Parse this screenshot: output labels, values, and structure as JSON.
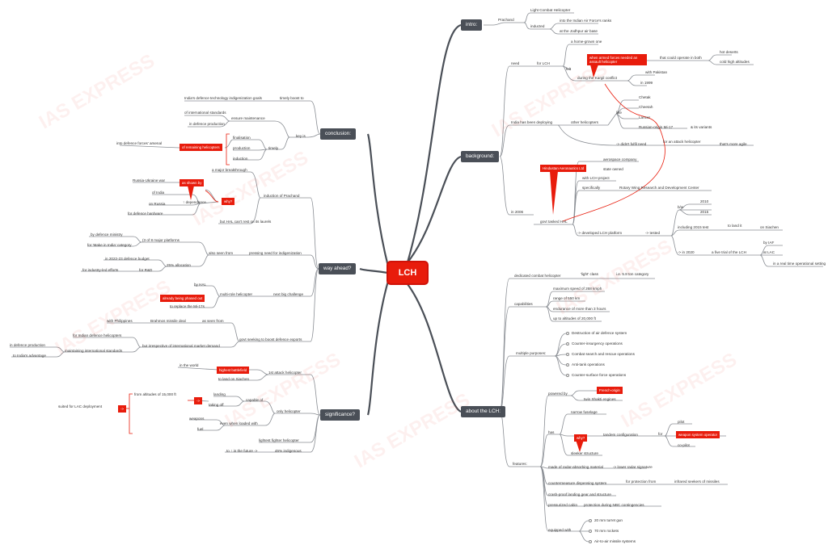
{
  "center": "LCH",
  "watermark": "IAS EXPRESS",
  "colors": {
    "accent": "#e81c0c",
    "topic": "#4a4f57",
    "line": "#4a4f57"
  },
  "intro": {
    "title": "intro:",
    "prachand": "Prachand",
    "lch": "Light Combat Helicopter",
    "inducted": "inducted",
    "into_iaf": "into the Indian Air Force's ranks",
    "jodhpur": "at the Jodhpur air base"
  },
  "background": {
    "title": "background:",
    "need": "need",
    "for_lch": "for LCH",
    "felt": "felt",
    "home_grown": "a home-grown one",
    "callout_armed": "when armed forces needed an assault helicopter",
    "operate_both": "that could operate in both",
    "hot_deserts": "hot deserts",
    "cold_altitudes": "cold high altitudes",
    "kargil": "during the Kargil conflict",
    "pakistan": "with Pakistan",
    "y1999": "in 1999",
    "deploying": "India has been deploying",
    "other_heli": "other helicopters",
    "like": "like",
    "chetak": "Chetak",
    "cheetah": "Cheetah",
    "lancer": "Lancer",
    "mi17": "Russian-origin Mi-17",
    "variants": "& its variants",
    "didnt": "-> didn't fulfil need",
    "attack_heli": "for an attack helicopter",
    "agile": "that's more agile",
    "hal_callout": "Hindustan Aeronautics Ltd",
    "aerospace": "aerospace company",
    "state_owned": "state owned",
    "with_lch_project": "with LCH project",
    "specifically": "specifically",
    "rotary": "Rotary Wing Research and Development Center",
    "in_2006": "in 2006",
    "govt_tasked": "govt tasked HAL",
    "developed": "-> developed LCH platform",
    "tested": "-> tested",
    "bw": "b/w",
    "y2010": "2010",
    "y2015": "2015",
    "incl_2015": "including 2015 test",
    "to_land": "to land it",
    "on_siachen": "on Siachen",
    "in_2020": "-> in 2020",
    "five_trial": "a five trial of the LCH",
    "by_iaf": "by IAF",
    "at_lac": "at LAC",
    "real_time": "in a real time operational setting"
  },
  "about": {
    "title": "about the LCH:",
    "dedicated": "dedicated combat helicopter",
    "light_class": "'light' class",
    "ton_cat": "i.e. 5.8 ton category",
    "capabilities": "capabilities",
    "speed": "maximum speed of 268 kmph",
    "range": "range of 550 km",
    "endurance": "endurance of more than 3 hours",
    "altitudes": "up to altitudes of 20,000 ft",
    "purposes": "multiple purposes:",
    "p1": "Destruction of air defence system",
    "p2": "Counter-insurgency operations",
    "p3": "Combat search and rescue operations",
    "p4": "Anti-tank operations",
    "p5": "Counter-surface force operations",
    "features": "features:",
    "powered": "powered by",
    "french": "French-origin",
    "twin_shakti": "twin Shakti engines",
    "has": "has",
    "narrow": "narrow fuselage",
    "why": "why?",
    "tandem": "tandem configuration",
    "for": "for",
    "pilot": "pilot",
    "weapon_op": "weapon system operator",
    "copilot": "co-pilot",
    "sleeker": "sleeker structure",
    "radar_mat": "made of radar-absorbing material",
    "lower_radar": "-> lower radar signature",
    "counter": "countermeasure dispensing system",
    "protect_from": "for protection from",
    "infrared": "infrared seekers of missiles",
    "crash": "crash-proof landing gear and structure",
    "pressurized": "pressurized cabin",
    "nbc": "protection during NBC contingencies",
    "equipped": "equipped with",
    "turret": "20 mm turret gun",
    "rockets": "70 mm rockets",
    "missiles": "Air-to-air missile systems"
  },
  "conclusion": {
    "title": "conclusion:",
    "timely_boost": "timely boost to",
    "indigenization": "India's defence technology indigenization goals",
    "key_is": "key is",
    "ensure": "ensure maintenance",
    "standards": "of international standards",
    "in_def_prod": "in defence production",
    "timely": "timely",
    "finalisation": "finalisation",
    "production": "production",
    "induction": "induction",
    "remaining": "of remaining helicopters",
    "arsenal": "into defence forces' arsenal"
  },
  "way_ahead": {
    "title": "way ahead?",
    "induction_prachand": "induction of Prachand",
    "breakthrough": "a major breakthrough",
    "as_shown": "as shown by",
    "russia_ukraine": "Russia-Ukraine war",
    "why": "why?",
    "dependence": "↑ dependence",
    "of_india": "of India",
    "on_russia": "on Russia",
    "for_hardware": "for defence hardware",
    "but_hal": "but HAL can't rest on its laurels",
    "also_seen": "also seen from",
    "pressing": "pressing need for indigenization",
    "of_18": "(3 of 8 major platforms",
    "by_ministry": "by defence ministry",
    "make_india": "for 'Make in India' category",
    "allocation": "25% allocation",
    "budget": "in 2022-23 defence budget",
    "for_rnd": "for R&D",
    "industry": "for industry-led efforts",
    "next_big": "next big challenge",
    "multi_role": "multi-role helicopter",
    "by_hal": "by HAL",
    "phased_out": "already being phased out",
    "replace": "to replace the Mi-17s",
    "govt_seeking": "govt seeking to boost defence exports",
    "as_seen_from": "as seen from",
    "brahmos": "Brahmos missile deal",
    "philippines": "with Philippines",
    "irrespective": "but irrespective of international market demand",
    "for_heli": "for Indian defence helicopters",
    "maintaining": "maintaining international standards",
    "in_def_production": "in defence production",
    "advantage": "to India's advantage"
  },
  "significance": {
    "title": "significance?",
    "first_attack": "1st attack helicopter",
    "highest": "highest battlefield",
    "world": "in the world",
    "land_siachen": "to land on Siachen",
    "only_heli": "only helicopter",
    "capable": "capable of",
    "landing": "landing",
    "taking_off": "taking off",
    "from_alt": "from altitudes of 15,000 ft",
    "arrow": "->",
    "arrow2": "->",
    "suited": "suited for LAC deployment",
    "loaded": "even when loaded with",
    "weapons": "weapons",
    "fuel": "fuel",
    "lightest": "lightest fighter helicopter",
    "indigenous": "45% indigenous",
    "future": "to ↑ in the future ->"
  }
}
